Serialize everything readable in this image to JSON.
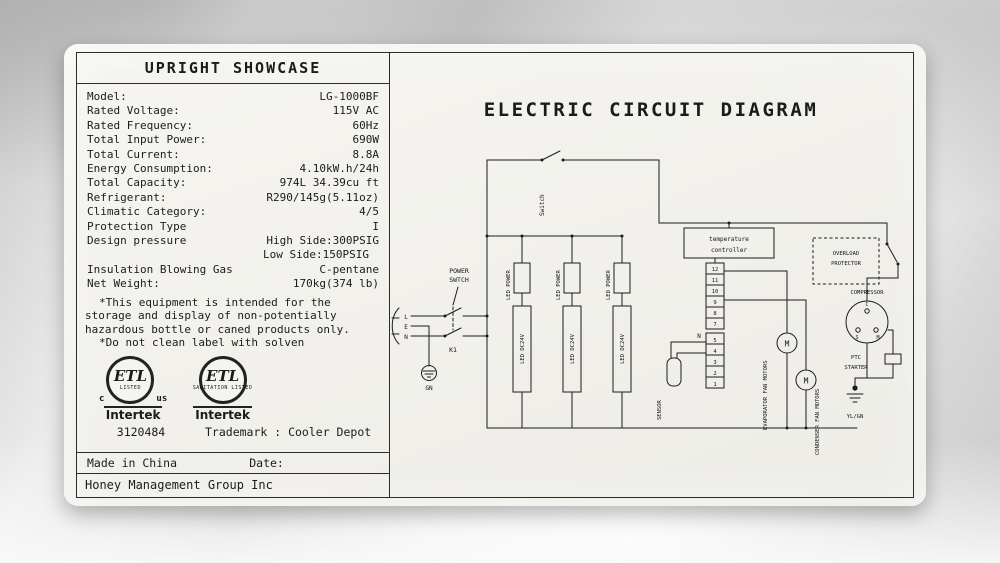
{
  "colors": {
    "label_background": "#f3f2ee",
    "ink": "#1b1b1b"
  },
  "label": {
    "title": "UPRIGHT SHOWCASE",
    "specs": [
      {
        "name": "Model:",
        "value": "LG-1000BF"
      },
      {
        "name": "Rated Voltage:",
        "value": "115V AC"
      },
      {
        "name": "Rated Frequency:",
        "value": "60Hz"
      },
      {
        "name": "Total Input Power:",
        "value": "690W"
      },
      {
        "name": "Total Current:",
        "value": "8.8A"
      },
      {
        "name": "Energy Consumption:",
        "value": "4.10kW.h/24h"
      },
      {
        "name": "Total Capacity:",
        "value": "974L 34.39cu ft"
      },
      {
        "name": "Refrigerant:",
        "value": "R290/145g(5.11oz)"
      },
      {
        "name": "Climatic Category:",
        "value": "4/5"
      },
      {
        "name": "Protection Type",
        "value": "I"
      },
      {
        "name": "Design pressure",
        "value": "High Side:300PSIG"
      },
      {
        "name": "",
        "value": "Low Side:150PSIG"
      },
      {
        "name": "Insulation Blowing Gas",
        "value": "C-pentane"
      },
      {
        "name": "Net Weight:",
        "value": "170kg(374 lb)"
      }
    ],
    "notes": [
      "*This equipment is intended for the",
      "storage and display of non-potentially",
      "hazardous bottle or caned products only.",
      "*Do not clean label with solven"
    ],
    "certifications": {
      "mark1": {
        "logo": "ETL",
        "left": "c",
        "right": "us",
        "arc": "LISTED",
        "caption": "Intertek"
      },
      "mark2": {
        "logo": "ETL",
        "arc": "SANITATION LISTED",
        "caption": "Intertek"
      },
      "number": "3120484",
      "trademark": "Trademark : Cooler Depot"
    },
    "footer": {
      "made_in": "Made in China",
      "date_label": "Date:",
      "company": "Honey Management Group Inc"
    }
  },
  "diagram": {
    "title": "ELECTRIC CIRCUIT DIAGRAM",
    "power_switch": [
      "POWER",
      "SWTCH"
    ],
    "relay": "K1",
    "line_l": "L",
    "line_e": "E",
    "line_n": "N",
    "ground": "GN",
    "door_switch": "Switch",
    "led_power": "LED POWER",
    "led_driver": "LED DC24V",
    "controller": [
      "temperature",
      "controller"
    ],
    "terminals_upper": [
      "12",
      "11",
      "10",
      "9",
      "8",
      "7"
    ],
    "terminals_lower": [
      "5",
      "4",
      "3",
      "2",
      "1"
    ],
    "neutral": "N",
    "sensor": "SENSOR",
    "evaporator_fan": "EVAPORATOR FAN MOTORS",
    "condenser_fan": "CONDENSER FAN MOTORS",
    "motor": "M",
    "overload": [
      "OVERLOAD",
      "PROTECTOR"
    ],
    "compressor": "COMPRESSOR",
    "comp_terminals": {
      "c": "C",
      "s": "S",
      "m": "M"
    },
    "ptc": [
      "PTC",
      "STARTER"
    ],
    "comp_ground": "YL/GN"
  }
}
